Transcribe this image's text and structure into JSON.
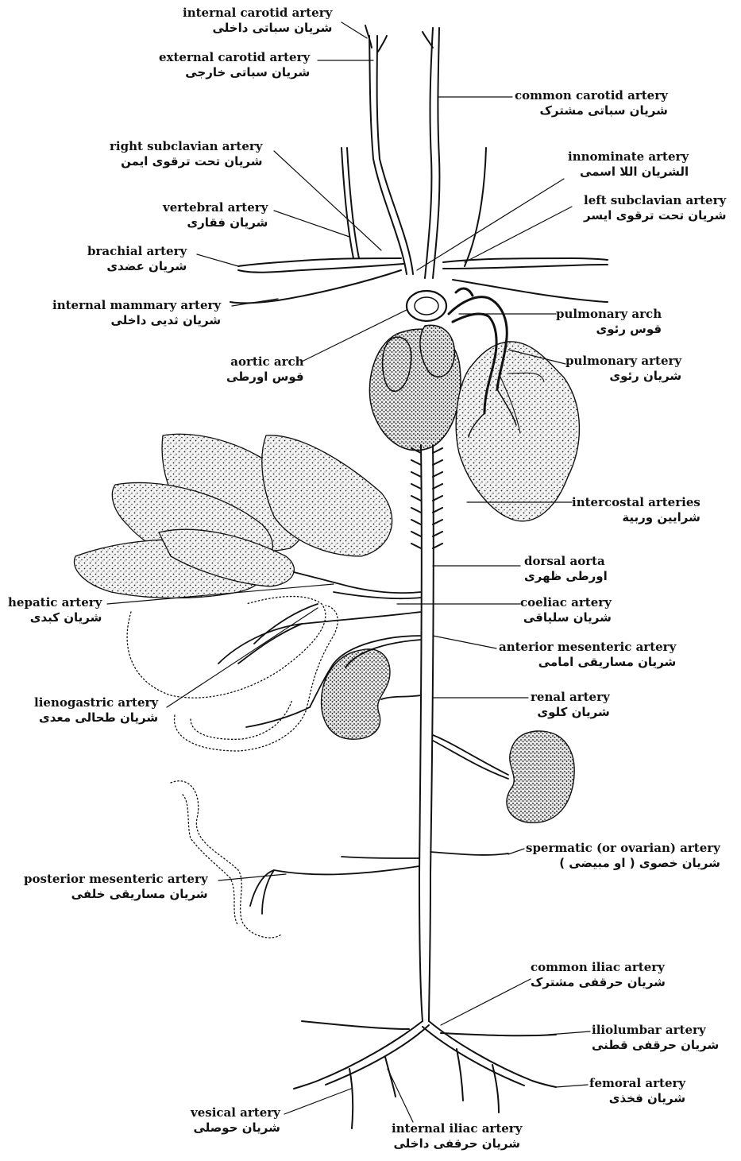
{
  "labels": {
    "internal_carotid": {
      "en": "internal carotid artery",
      "fa": "شریان سباتی داخلی"
    },
    "external_carotid": {
      "en": "external carotid artery",
      "fa": "شریان سباتی خارجی"
    },
    "common_carotid": {
      "en": "common carotid artery",
      "fa": "شریان سباتی مشترک"
    },
    "right_subclavian": {
      "en": "right subclavian artery",
      "fa": "شریان تحت ترقوی ایمن"
    },
    "innominate": {
      "en": "innominate artery",
      "fa": "الشریان اللا اسمی"
    },
    "left_subclavian": {
      "en": "left subclavian artery",
      "fa": "شریان تحت ترقوی ایسر"
    },
    "vertebral": {
      "en": "vertebral artery",
      "fa": "شریان فقاری"
    },
    "brachial": {
      "en": "brachial artery",
      "fa": "شریان عضدی"
    },
    "internal_mammary": {
      "en": "internal mammary artery",
      "fa": "شریان ثدیی داخلی"
    },
    "pulmonary_arch": {
      "en": "pulmonary arch",
      "fa": "قوس رئوی"
    },
    "pulmonary_artery": {
      "en": "pulmonary artery",
      "fa": "شریان رئوی"
    },
    "aortic_arch": {
      "en": "aortic arch",
      "fa": "قوس اورطی"
    },
    "intercostal": {
      "en": "intercostal arteries",
      "fa": "شرایین وربیة"
    },
    "dorsal_aorta": {
      "en": "dorsal aorta",
      "fa": "اورطی ظهری"
    },
    "hepatic": {
      "en": "hepatic artery",
      "fa": "شریان کبدی"
    },
    "coeliac": {
      "en": "coeliac artery",
      "fa": "شریان سلیاقی"
    },
    "anterior_mesenteric": {
      "en": "anterior mesenteric artery",
      "fa": "شریان مساریقی امامی"
    },
    "lienogastric": {
      "en": "lienogastric artery",
      "fa": "شریان طحالی معدی"
    },
    "renal": {
      "en": "renal artery",
      "fa": "شریان کلوی"
    },
    "spermatic": {
      "en": "spermatic (or ovarian) artery",
      "fa": "شریان خصوی ( او مبیضی )"
    },
    "posterior_mesenteric": {
      "en": "posterior mesenteric artery",
      "fa": "شریان مساریقی خلفی"
    },
    "common_iliac": {
      "en": "common iliac artery",
      "fa": "شریان حرقفی مشترک"
    },
    "iliolumbar": {
      "en": "iliolumbar artery",
      "fa": "شریان حرقفی قطنی"
    },
    "femoral": {
      "en": "femoral artery",
      "fa": "شریان فخذی"
    },
    "vesical": {
      "en": "vesical artery",
      "fa": "شریان حوصلی"
    },
    "internal_iliac": {
      "en": "internal iliac artery",
      "fa": "شریان حرقفی داخلی"
    }
  }
}
